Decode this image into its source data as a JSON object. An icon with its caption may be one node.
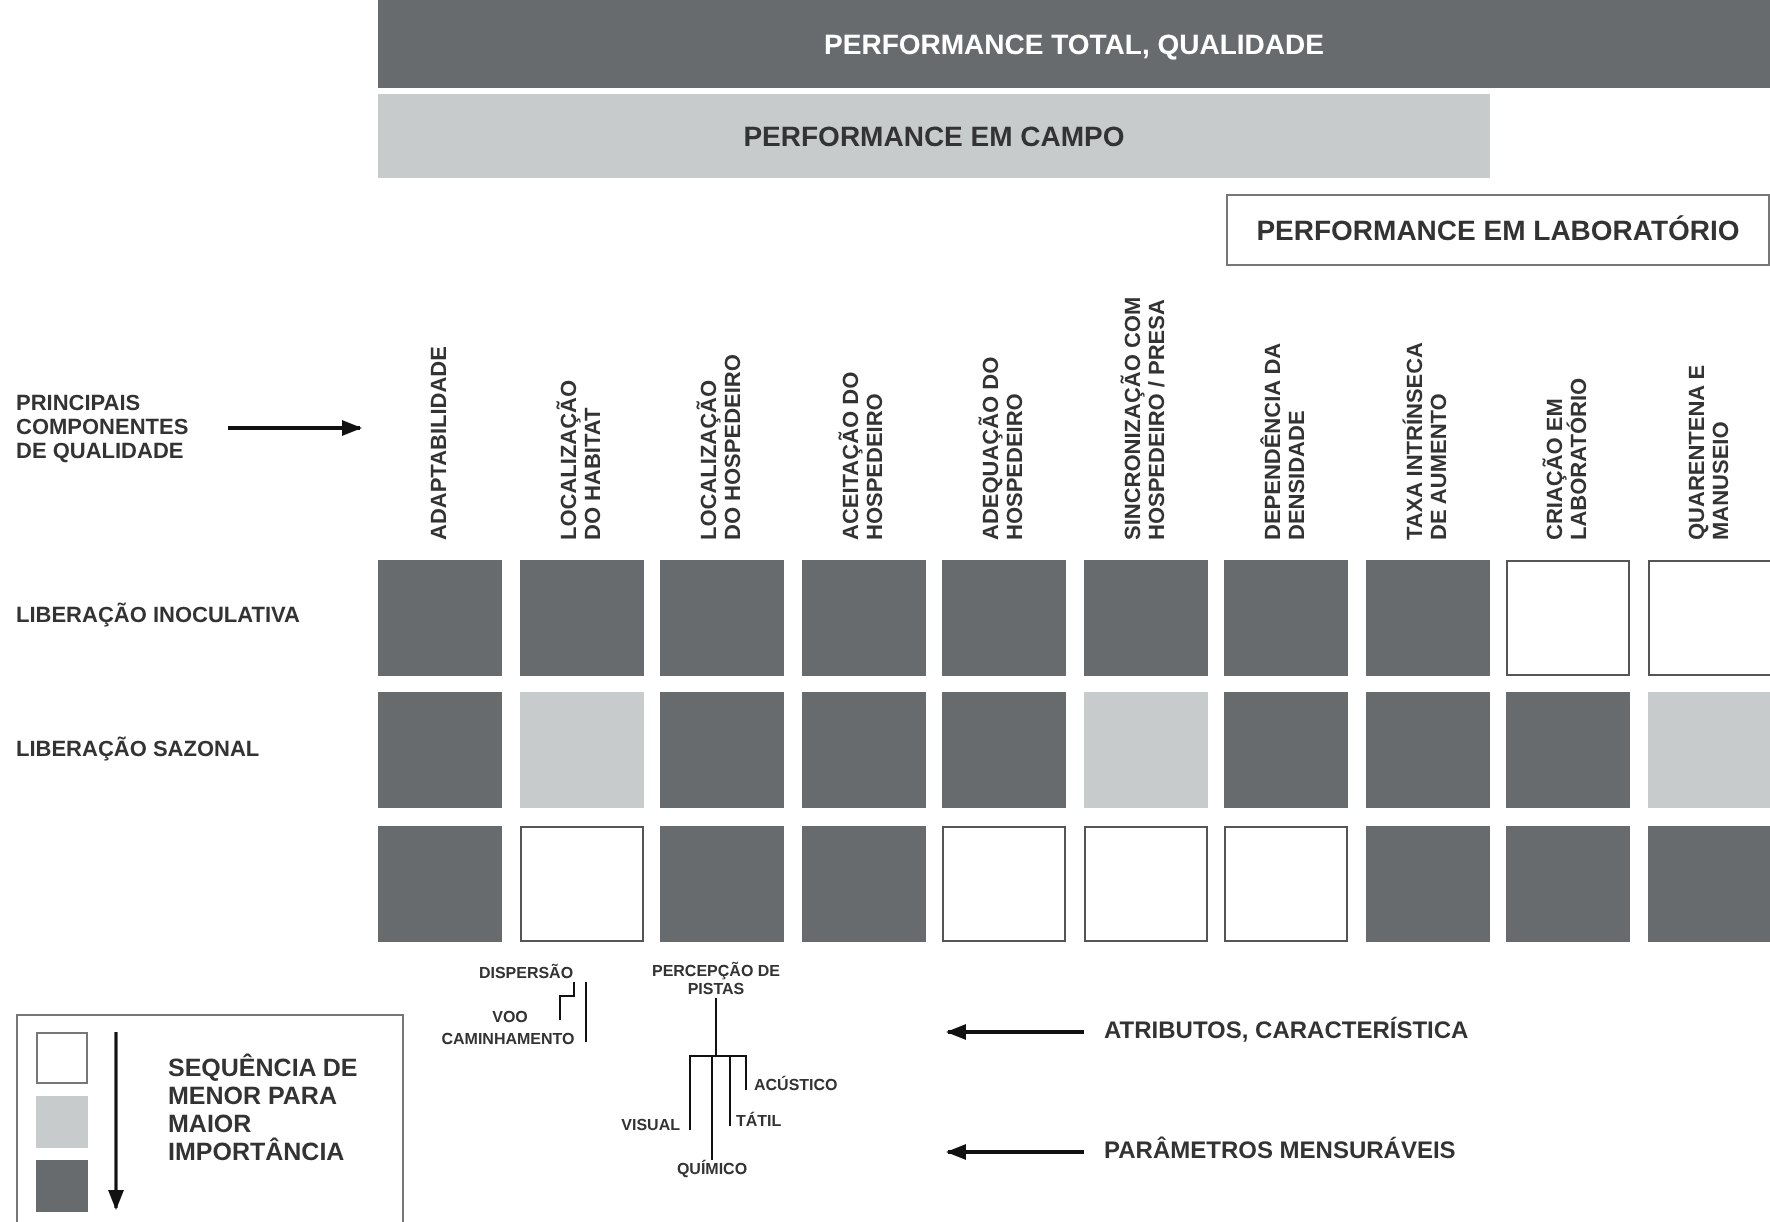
{
  "diagram": {
    "nodes": [
      {
        "text": [
          "PERFORMANCE TOTAL, QUALIDADE"
        ]
      },
      {
        "text": [
          "PERFORMANCE EM CAMPO"
        ]
      },
      {
        "text": [
          "PERFORMANCE EM LABORATÓRIO"
        ]
      },
      {
        "text": [
          "PRINCIPAIS COMPONENTES DE QUALIDADE"
        ]
      },
      {
        "text": [],
        "shape": "box"
      },
      {
        "text": [],
        "shape": "box"
      },
      {
        "text": [],
        "shape": "box"
      },
      {
        "text": [],
        "shape": "box"
      },
      {
        "text": [],
        "shape": "box"
      },
      {
        "text": [],
        "shape": "box"
      },
      {
        "text": [],
        "shape": "box"
      },
      {
        "text": [],
        "shape": "box"
      },
      {
        "text": [],
        "shape": "box"
      },
      {
        "text": [],
        "shape": "box"
      },
      {
        "text": [],
        "shape": "box"
      },
      {
        "text": [],
        "shape": "box"
      },
      {
        "text": [],
        "shape": "box"
      },
      {
        "text": [],
        "shape": "box"
      },
      {
        "text": [],
        "shape": "box"
      },
      {
        "text": [],
        "shape": "box"
      },
      {
        "text": [],
        "shape": "box"
      },
      {
        "text": [],
        "shape": "box"
      },
      {
        "text": [],
        "shape": "box"
      },
      {
        "text": [],
        "shape": "box"
      },
      {
        "text": [],
        "shape": "box"
      },
      {
        "text": [],
        "shape": "box"
      },
      {
        "text": [],
        "shape": "box"
      },
      {
        "text": [],
        "shape": "box"
      },
      {
        "text": [],
        "shape": "box"
      },
      {
        "text": [],
        "shape": "box"
      },
      {
        "text": [],
        "shape": "box"
      },
      {
        "text": [],
        "shape": "box"
      },
      {
        "text": [],
        "shape": "box"
      },
      {
        "text": [],
        "shape": "box"
      },
      {
        "text": [
          "DISPERSÃO"
        ]
      },
      {
        "text": [
          "VOO"
        ]
      },
      {
        "text": [
          "CAMINHAMENTO"
        ]
      },
      {
        "text": [
          "PERCEPÇÃO DE PISTAS"
        ]
      },
      {
        "text": [
          "VISUAL"
        ]
      },
      {
        "text": [
          "QUÍMICO"
        ]
      },
      {
        "text": [
          "TÁTIL"
        ]
      },
      {
        "text": [
          "ACÚSTICO"
        ]
      },
      {
        "text": [
          "ATRIBUTOS, CARACTERÍSTICA"
        ]
      },
      {
        "text": [
          "PARÂMETROS MENSURÁVEIS"
        ]
      }
    ],
    "edges": [
      {
        "from": 3,
        "to": null,
        "arrow": "to"
      },
      {
        "from": 34,
        "to": 35,
        "arrow": "none"
      },
      {
        "from": 34,
        "to": 36,
        "arrow": "none"
      },
      {
        "from": 37,
        "to": 38,
        "arrow": "none"
      },
      {
        "from": 37,
        "to": 39,
        "arrow": "none"
      },
      {
        "from": 37,
        "to": 40,
        "arrow": "none"
      },
      {
        "from": 37,
        "to": 41,
        "arrow": "none"
      },
      {
        "from": 42,
        "to": null,
        "arrow": "to"
      },
      {
        "from": 43,
        "to": null,
        "arrow": "to"
      }
    ],
    "labels": [
      "ADAPTABILIDADE",
      "LOCALIZAÇÃO DO HABITAT",
      "LOCALIZAÇÃO DO HOSPEDEIRO",
      "ACEITAÇÃO DO HOSPEDEIRO",
      "ADEQUAÇÃO DO HOSPEDEIRO",
      "SINCRONIZAÇÃO COM HOSPEDEIRO / PRESA",
      "DEPENDÊNCIA DA DENSIDADE",
      "TAXA INTRÍNSECA DE AUMENTO",
      "CRIAÇÃO EM LABORATÓRIO",
      "QUARENTENA E MANUSEIO",
      "LIBERAÇÃO INOCULATIVA",
      "LIBERAÇÃO SAZONAL",
      "SEQUÊNCIA DE MENOR PARA MAIOR IMPORTÂNCIA"
    ]
  }
}
